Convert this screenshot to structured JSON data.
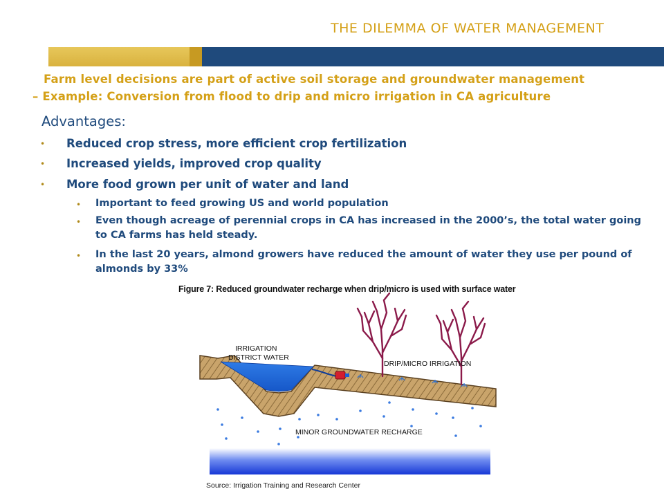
{
  "slide": {
    "title": "THE DILEMMA OF WATER MANAGEMENT",
    "subtitle_line1": "Farm level decisions are part of active soil storage and groundwater management",
    "subtitle_line2": "– Example:  Conversion from flood to drip and micro irrigation in CA agriculture",
    "advantages_heading": "Advantages:",
    "bullet_symbol": "•",
    "bullets": [
      "Reduced crop stress, more efficient crop fertilization",
      "Increased yields, improved crop quality",
      "More food grown per unit of water and land"
    ],
    "sub_bullets": [
      "Important to feed growing US and world population",
      "Even though acreage of perennial crops in CA has increased in the 2000’s, the total water going to CA farms has held steady.",
      "In the last 20 years, almond growers have reduced the amount of water they use per pound of almonds by 33%"
    ]
  },
  "figure": {
    "title": "Figure 7:  Reduced groundwater recharge when drip/micro is used with surface water",
    "label_irrigation_line1": "IRRIGATION",
    "label_irrigation_line2": "DISTRICT WATER",
    "label_drip": "DRIP/MICRO IRRIGATION",
    "label_recharge": "MINOR GROUNDWATER RECHARGE",
    "source": "Source: Irrigation Training and Research Center"
  },
  "colors": {
    "title_gold": "#d4a017",
    "body_navy": "#1f4a7c",
    "water_blue": "#1a4fd8",
    "soil_tan": "#c8a36a",
    "tree_magenta": "#8b1a4a"
  }
}
